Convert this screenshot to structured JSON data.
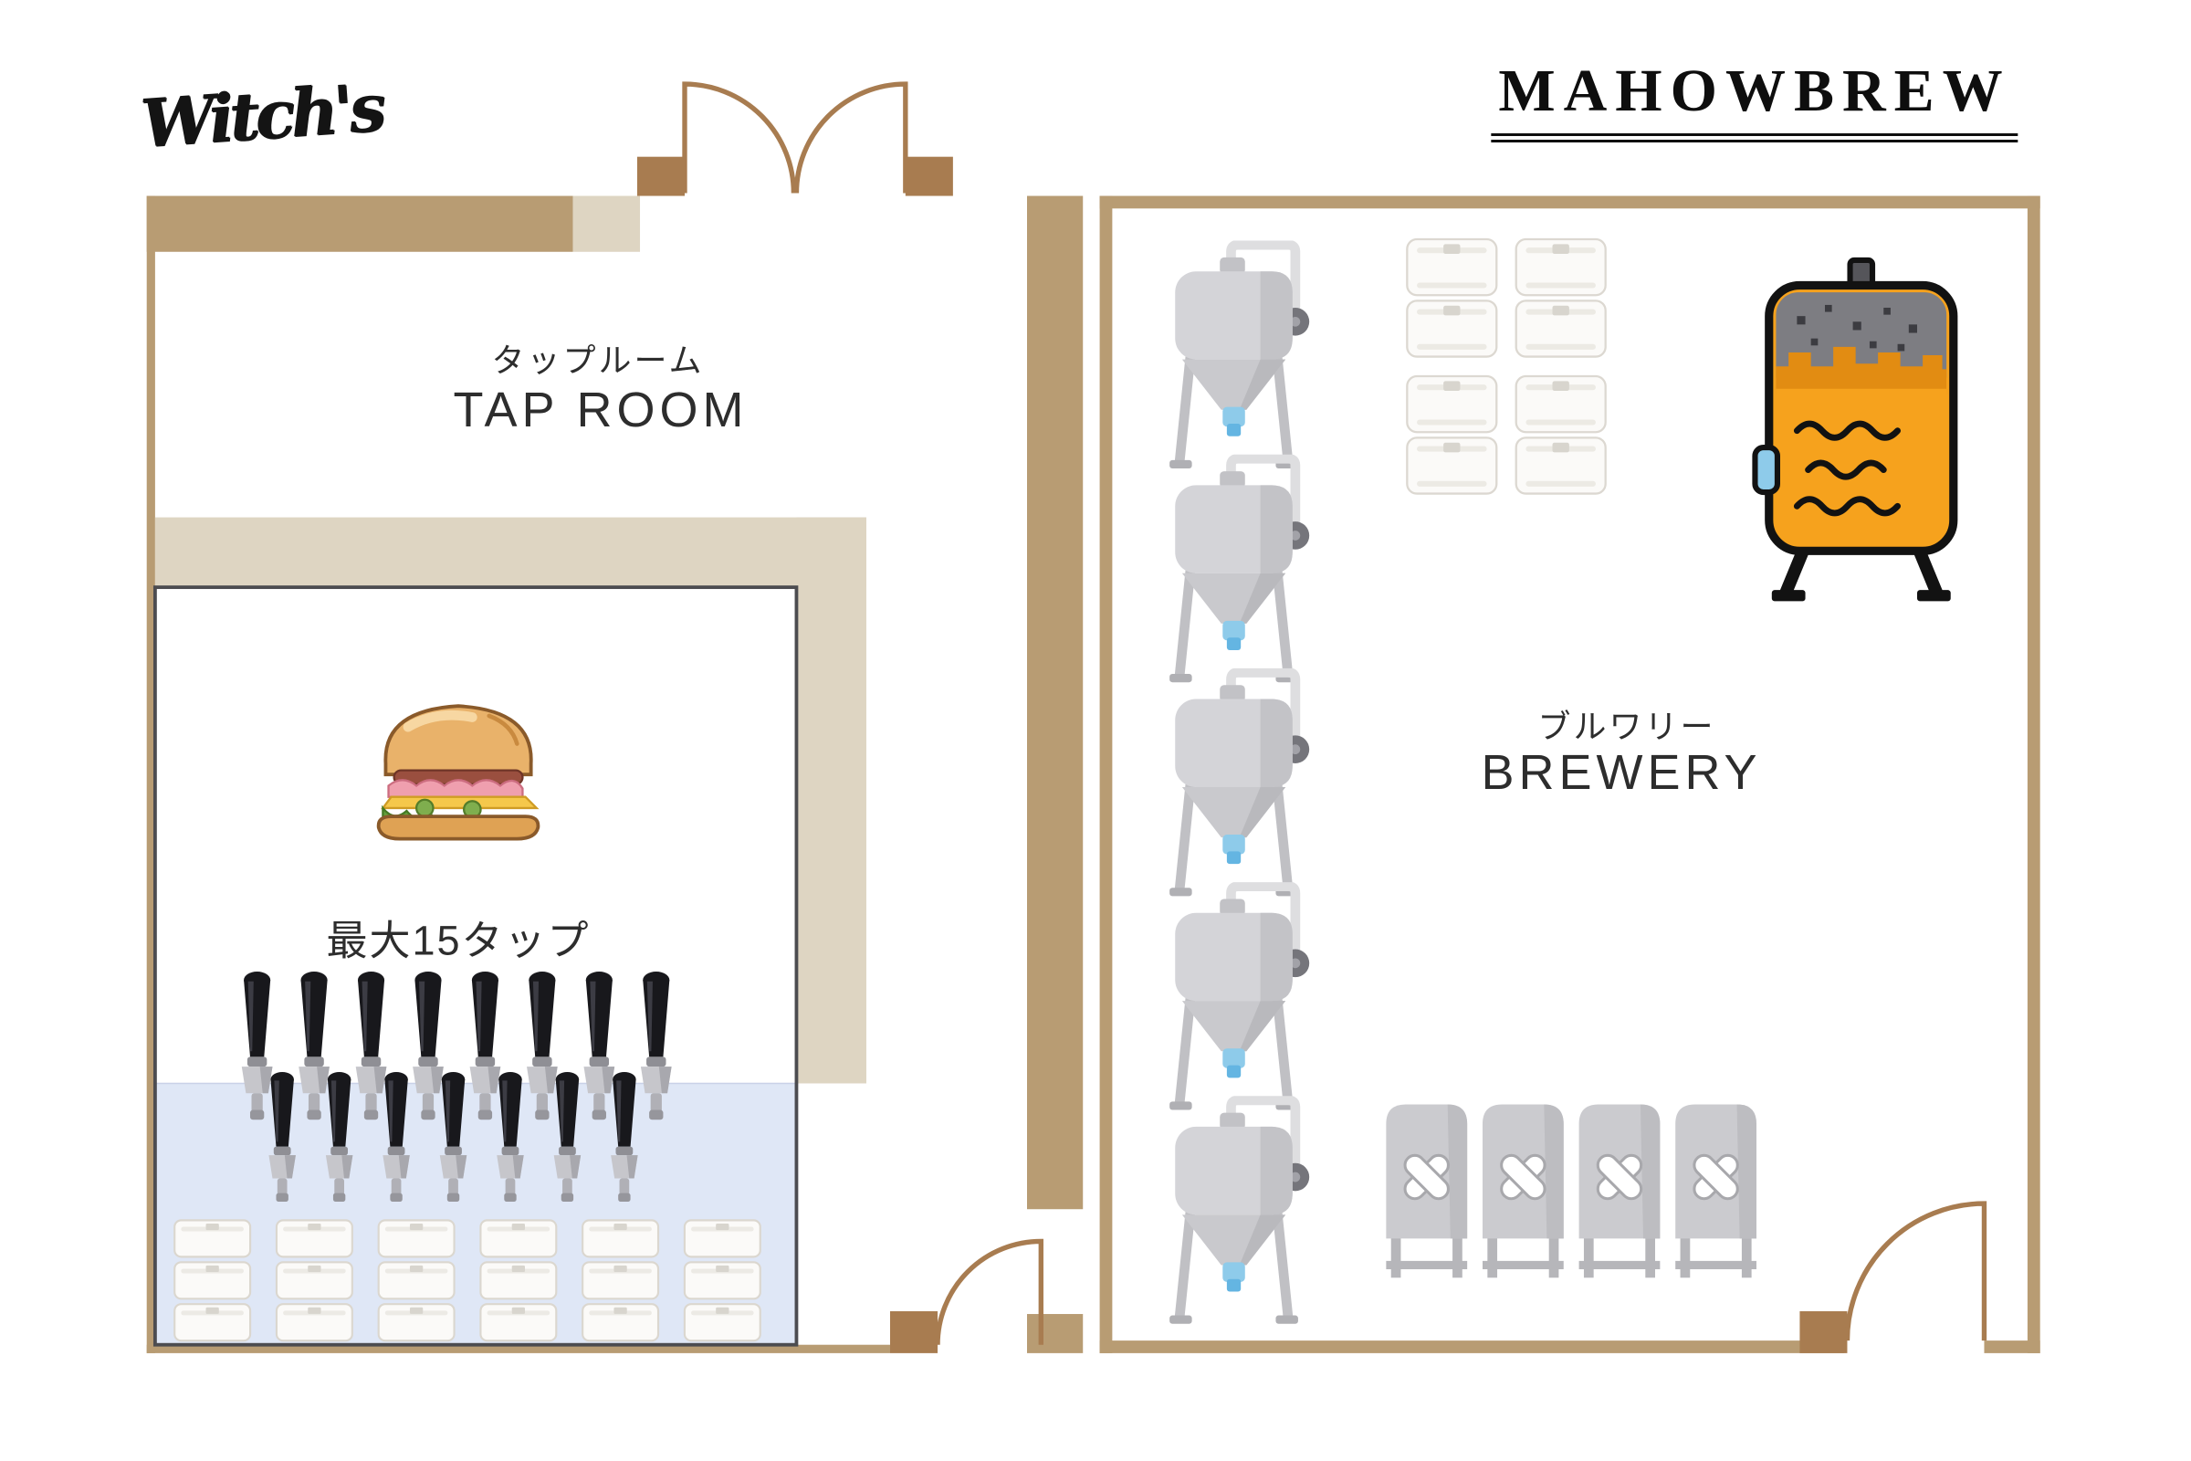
{
  "header": {
    "logo_text": "Witch's",
    "brand": "MAHOWBREW"
  },
  "tap_room": {
    "label_jp": "タップルーム",
    "label_en": "TAP ROOM",
    "capacity_note": "最大15タップ"
  },
  "brewery": {
    "label_jp": "ブルワリー",
    "label_en": "BREWERY"
  },
  "equipment": {
    "fermenter_count": 5,
    "tap_row1_count": 8,
    "tap_row2_count": 7,
    "taproom_keg_stacks": 6,
    "taproom_kegs_per_stack": 3,
    "brewery_keg_columns": 2,
    "brewery_kegs_per_column": 4,
    "brite_tank_count": 4
  },
  "colors": {
    "wall": "#b89c73",
    "interior_wall": "#ded5c2",
    "counter": "#dfe7f6",
    "door": "#a87c50",
    "tank_gray": "#d4d4d8",
    "valve_blue": "#8ecbea",
    "kettle_orange": "#f6a21d",
    "keg_white": "#fbfaf8",
    "text_dark": "#2d2d2d"
  }
}
